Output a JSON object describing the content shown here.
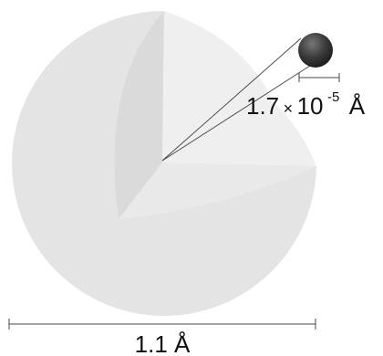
{
  "diagram": {
    "nucleus_label": {
      "mantissa": "1.7",
      "times": "×",
      "base": "10",
      "exponent": "-5",
      "unit": "Å"
    },
    "atom_label": "1.1 Å"
  },
  "colors": {
    "sphere_outer": "#e4e4e4",
    "sphere_cutaway": "#dcdcdc",
    "sphere_floor": "#e8e8e8",
    "nucleus": "#3a3a3a",
    "line": "#444444"
  }
}
